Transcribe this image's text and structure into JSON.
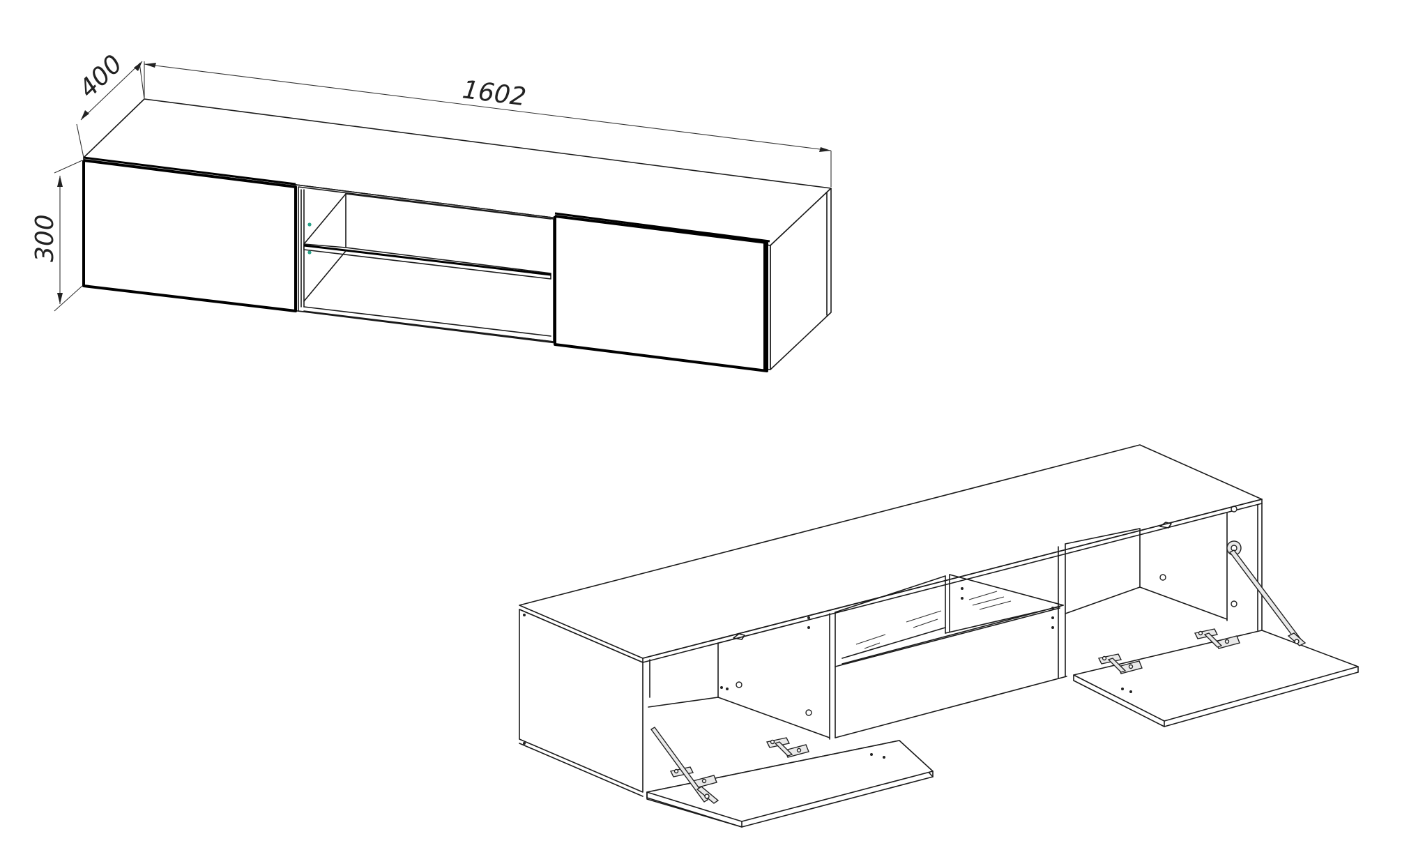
{
  "dimensions": {
    "depth": "400",
    "width": "1602",
    "height": "300"
  },
  "views": [
    {
      "id": "closed-view",
      "description_visible": false
    },
    {
      "id": "open-view",
      "description_visible": false
    }
  ],
  "colors": {
    "line": "#1a1a1a",
    "peg": "#2aa38a",
    "background": "#ffffff"
  }
}
